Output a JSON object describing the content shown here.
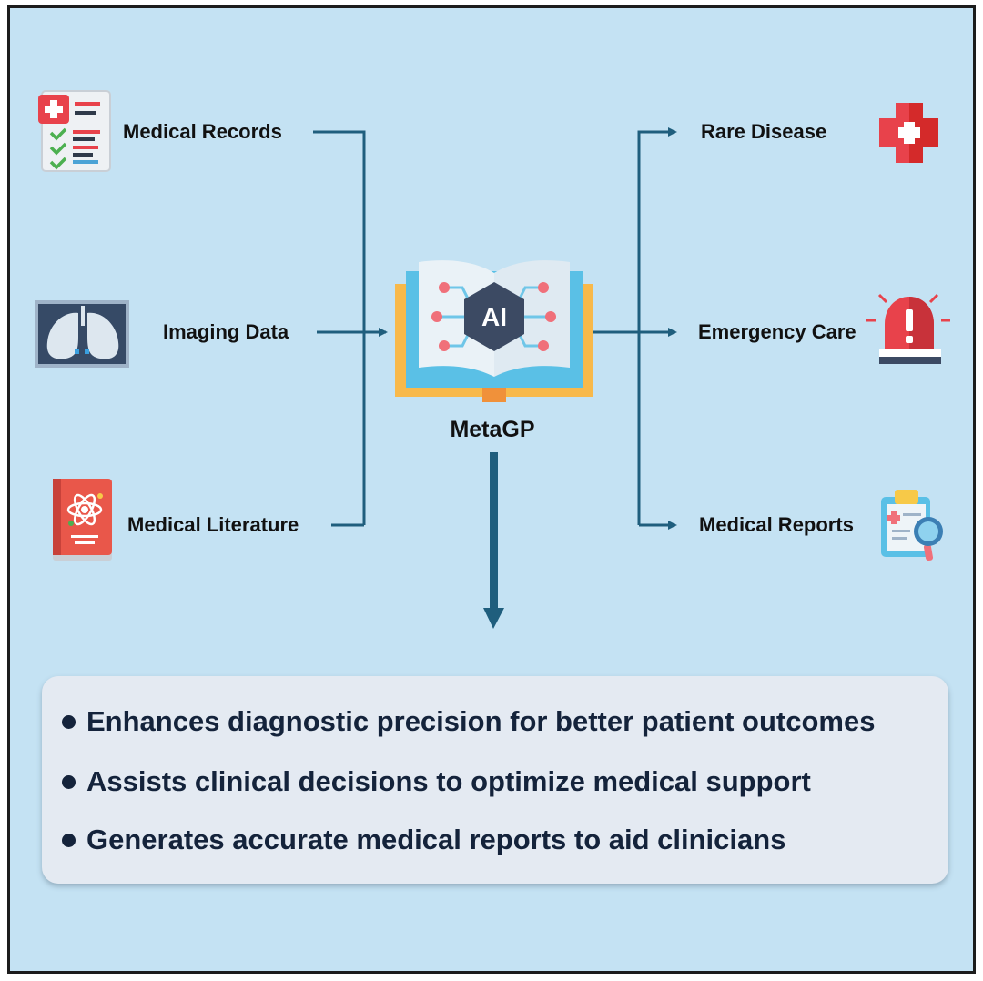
{
  "inputs": [
    {
      "label": "Medical Records",
      "icon": "medical-records-icon"
    },
    {
      "label": "Imaging Data",
      "icon": "lung-xray-icon"
    },
    {
      "label": "Medical Literature",
      "icon": "medical-book-icon"
    }
  ],
  "center": {
    "label": "MetaGP",
    "icon": "ai-book-icon",
    "icon_text": "AI"
  },
  "outputs": [
    {
      "label": "Rare Disease",
      "icon": "red-cross-icon"
    },
    {
      "label": "Emergency Care",
      "icon": "emergency-siren-icon"
    },
    {
      "label": "Medical Reports",
      "icon": "report-magnifier-icon"
    }
  ],
  "benefits": [
    "Enhances diagnostic precision for better patient outcomes",
    "Assists clinical decisions to optimize medical support",
    "Generates accurate medical reports to aid clinicians"
  ],
  "colors": {
    "background": "#c4e2f3",
    "connector": "#1f5e7d",
    "summary_box": "#e4eaf2",
    "bullet_text": "#14233b"
  }
}
